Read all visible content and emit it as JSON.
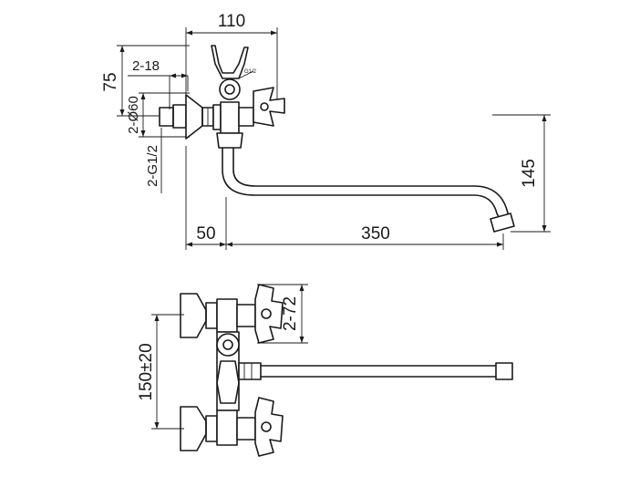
{
  "drawing": {
    "dimensions": {
      "overall_width_top": "110",
      "height_75": "75",
      "spacing_2_18": "2-18",
      "flange_diameter": "2-Ø60",
      "thread": "2-G1/2",
      "wall_offset": "50",
      "spout_length": "350",
      "spout_height": "145",
      "handle_spacing": "2-72",
      "center_distance": "150±20",
      "small_thread_label": "G1/2"
    }
  }
}
